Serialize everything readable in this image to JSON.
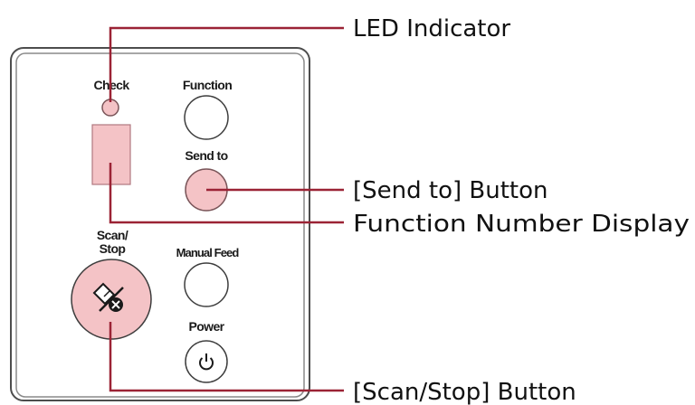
{
  "panel": {
    "labels": {
      "check": "Check",
      "function": "Function",
      "send_to": "Send to",
      "scan_stop_line1": "Scan/",
      "scan_stop_line2": "Stop",
      "manual_feed": "Manual Feed",
      "power": "Power"
    },
    "scan_stop_icon": "scan-stop-icon",
    "power_icon": "power-icon"
  },
  "callouts": {
    "led_indicator": "LED Indicator",
    "send_to_button": "[Send to] Button",
    "function_number_display": "Function Number Display",
    "scan_stop_button": "[Scan/Stop] Button"
  },
  "colors": {
    "highlight_fill": "#f4c3c6",
    "highlight_stroke": "#7a5559",
    "leader_line": "#9b2335",
    "panel_border": "#4d4d4d"
  }
}
